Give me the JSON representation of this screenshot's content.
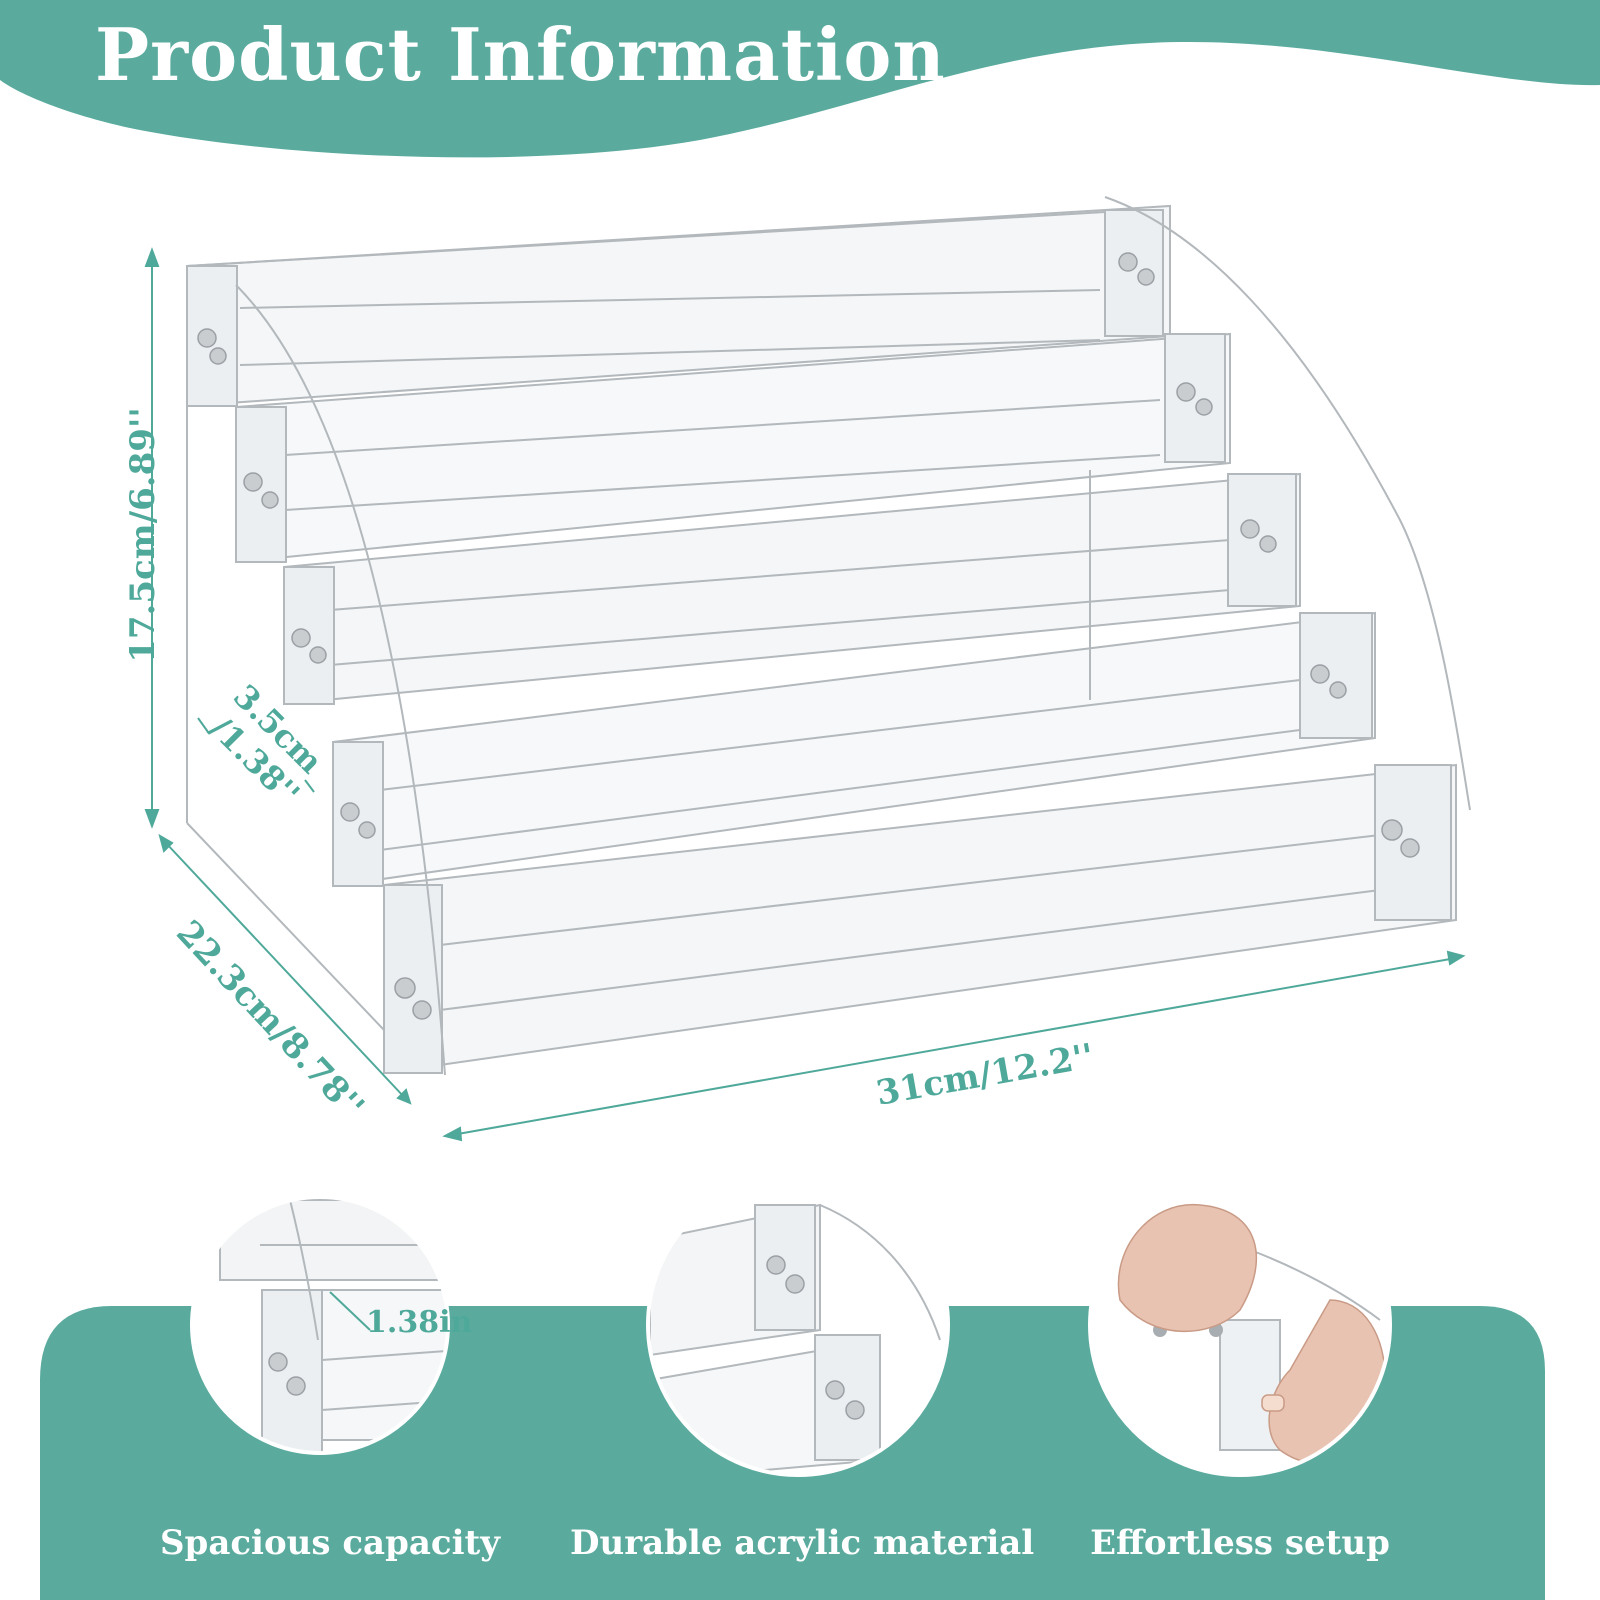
{
  "header": {
    "title": "Product Information"
  },
  "dimensions": {
    "height": "17.5cm/6.89''",
    "depth": "22.3cm/8.78''",
    "width": "31cm/12.2''",
    "tier_line1": "3.5cm",
    "tier_line2": "/1.38''"
  },
  "features": [
    {
      "label": "Spacious capacity",
      "callout": "1.38in"
    },
    {
      "label": "Durable acrylic material"
    },
    {
      "label": "Effortless setup"
    }
  ],
  "colors": {
    "accent": "#5aab9e",
    "dimension_text": "#4fa99a",
    "background": "#ffffff"
  }
}
